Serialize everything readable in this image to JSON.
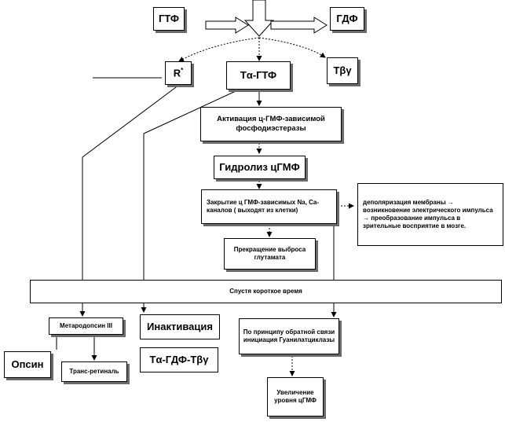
{
  "nodes": {
    "gtp": "ГТФ",
    "gdp": "ГДФ",
    "r_star_main": "R",
    "r_star_sup": "*",
    "ta_gtp": "Tα-ГТФ",
    "tby": "Tβγ",
    "activation_pde": "Активация ц-ГМФ-зависимой фосфодиэстеразы",
    "cgmp_hydrolysis": "Гидролиз цГМФ",
    "channel_closing": "Закрытие ц ГМФ-зависимых Na, Ca-каналов ( выходят из клетки)",
    "depolarization": "деполяризация мембраны → возникновение электрического импульса → преобразование импульса в зрительные восприятие в мозге.",
    "glutamate_stop": "Прекращение выброса глутамата",
    "short_period": "Спустя короткое время",
    "metarhodopsin": "Метародопсин III",
    "opsin": "Опсин",
    "trans_retinal": "Транс-ретиналь",
    "inactivation": "Инактивация",
    "ta_gdp_tby": "Tα-ГДФ-Tβγ",
    "feedback": "По принципу обратной связи инициация Гуанилатциклазы",
    "cgmp_increase": "Увеличение уровня цГМФ"
  },
  "colors": {
    "line": "#000000",
    "shadow": "#6b6b6b",
    "background": "#ffffff"
  }
}
